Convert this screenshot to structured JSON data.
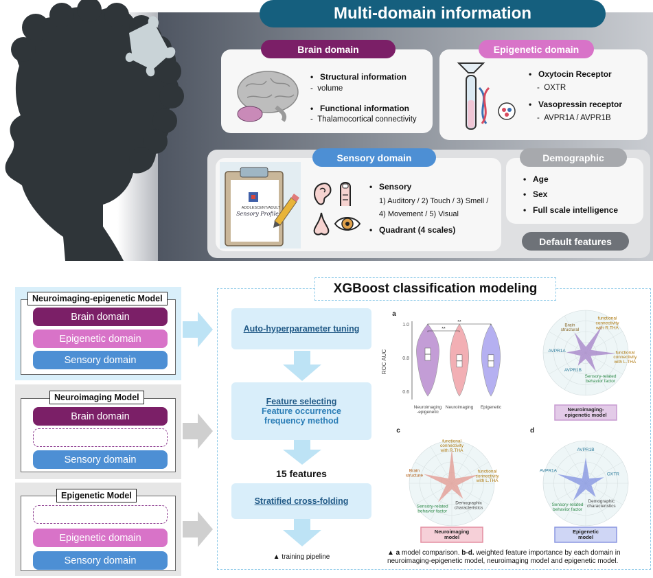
{
  "header": {
    "title": "Multi-domain information"
  },
  "domains": {
    "brain": {
      "label": "Brain domain",
      "color": "#7b1f67",
      "items": [
        {
          "title": "Structural information",
          "sub": "volume"
        },
        {
          "title": "Functional information",
          "sub": "Thalamocortical connectivity"
        }
      ]
    },
    "epigenetic": {
      "label": "Epigenetic domain",
      "color": "#d873c8",
      "items": [
        {
          "title": "Oxytocin Receptor",
          "sub": "OXTR"
        },
        {
          "title": "Vasopressin receptor",
          "sub": "AVPR1A / AVPR1B"
        }
      ]
    },
    "sensory": {
      "label": "Sensory  domain",
      "color": "#4d8fd4",
      "sensory_title": "Sensory",
      "sensory_line1": "1) Auditory / 2) Touch / 3) Smell /",
      "sensory_line2": "4) Movement / 5) Visual",
      "quadrant": "Quadrant (4 scales)",
      "clipboard_line1": "ADOLESCENT/ADULT",
      "clipboard_line2": "Sensory Profile"
    },
    "demographic": {
      "label": "Demographic",
      "color": "#a7a9ad",
      "items": [
        "Age",
        "Sex",
        "Full scale intelligence"
      ],
      "default_label": "Default features",
      "default_color": "#6e7278"
    }
  },
  "models": [
    {
      "title": "Neuroimaging-epigenetic Model",
      "rows": [
        "Brain domain",
        "Epigenetic domain",
        "Sensory domain"
      ]
    },
    {
      "title": "Neuroimaging Model",
      "rows": [
        "Brain domain",
        "",
        "Sensory domain"
      ]
    },
    {
      "title": "Epigenetic Model",
      "rows": [
        "",
        "Epigenetic domain",
        "Sensory domain"
      ]
    }
  ],
  "xgboost": {
    "title": "XGBoost classification modeling",
    "steps": {
      "tuning": "Auto-hyperparameter tuning",
      "selecting": "Feature selecting",
      "selecting_sub1": "Feature occurrence",
      "selecting_sub2": "frequency method",
      "features": "15 features",
      "folding": "Stratified cross-folding"
    },
    "pipeline_caption": "▲ training pipeline",
    "caption_line1_a": "▲ a",
    "caption_line1_b": " model comparison. ",
    "caption_line1_c": "b-d.",
    "caption_line1_d": " weighted feature importance by each domain in",
    "caption_line2": "neuroimaging-epigenetic model, neuroimaging model and epigenetic model."
  },
  "chart_data": [
    {
      "type": "violin",
      "panel": "a",
      "ylabel": "ROC AUC",
      "yticks": [
        "1.0",
        "0.8",
        "0.6"
      ],
      "ylim": [
        0.55,
        1.0
      ],
      "categories": [
        "Neuroimaging\n-epigenetic",
        "Neuroimaging",
        "Epigenetic"
      ],
      "medians": [
        0.82,
        0.78,
        0.78
      ],
      "colors": [
        "#b98ccf",
        "#f0a2a8",
        "#a9a3ef"
      ],
      "significance": [
        "**",
        "**"
      ]
    },
    {
      "type": "radar",
      "panel": "b",
      "model_label": "Neuroimaging-\nepigenetic model",
      "labels": [
        "Brain\nstructural",
        "functional\nconnectivity\nwith R.THA",
        "functional\nconnectivity\nwith L.THA",
        "Sensory-related\nbehavior factor",
        "AVPR1B",
        "AVPR1A"
      ],
      "values": [
        0.55,
        0.75,
        0.7,
        0.5,
        0.35,
        0.45
      ]
    },
    {
      "type": "radar",
      "panel": "c",
      "model_label": "Neuroimaging\nmodel",
      "labels": [
        "functional\nconnectivity\nwith R.THA",
        "functional\nconnectivity\nwith L.THA",
        "Demographic\ncharacteristics",
        "Sensory-related\nbehavior factor",
        "Brain\nstructure"
      ],
      "values": [
        0.8,
        0.65,
        0.45,
        0.55,
        0.7
      ]
    },
    {
      "type": "radar",
      "panel": "d",
      "model_label": "Epigenetic\nmodel",
      "labels": [
        "AVPR1B",
        "OXTR",
        "Demographic\ncharacteristics",
        "Sensory-related\nbehavior factor",
        "AVPR1A"
      ],
      "values": [
        0.6,
        0.45,
        0.4,
        0.5,
        0.7
      ]
    }
  ]
}
